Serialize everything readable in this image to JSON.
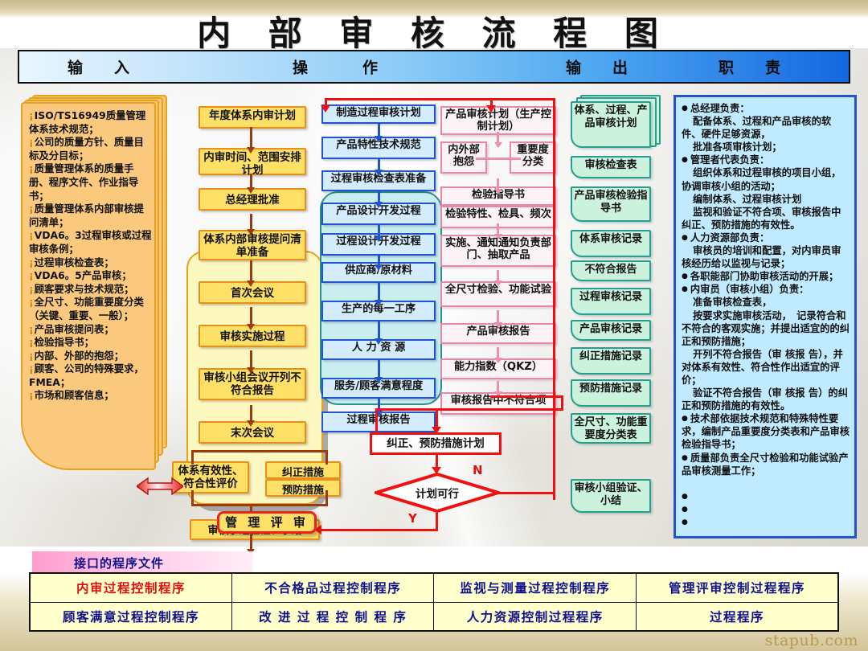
{
  "title": "内 部 审 核 流 程 图",
  "header": {
    "input": "输　入",
    "operation": "操　　作",
    "output": "输　出",
    "responsibility": "职　责"
  },
  "input_column": {
    "items": [
      "ISO/TS16949质量管理体系技术规范；",
      "公司的质量方针、质量目标及分目标；",
      "质量管理体系的质量手册、程序文件、作业指导书；",
      "质量管理体系内部审核提问清单；",
      "VDA6。3过程审核或过程审核条例；",
      "过程审核检查表；",
      "VDA6。5产品审核；",
      "顾客要求与技术规范；",
      "全尺寸、功能重要度分类（关键、重要、一般）；",
      "产品审核提问表；",
      "检验指导书；",
      "内部、外部的抱怨；",
      "顾客、公司的特殊要求，FMEA；",
      "市场和顾客信息；"
    ]
  },
  "operation_orange": {
    "boxes": [
      "年度体系内审计划",
      "内审时间、范围安排计划",
      "总经理批准",
      "体系内部审核提问清单准备",
      "首次会议",
      "审核实施过程",
      "审核小组会议开列不符合报告",
      "末次会议",
      "体系有效性、符合性评价",
      "纠正措施",
      "预防措施",
      "审核小组验证、小结"
    ],
    "final": "管 理 评 审"
  },
  "operation_blue": {
    "boxes": [
      "制造过程审核计划",
      "产品特性技术规范",
      "过程审核检查表准备",
      "产品设计开发过程",
      "过程设计开发过程",
      "供应商/原材料",
      "生产的每一工序",
      "人 力 资 源",
      "服务/顾客满意程度",
      "过程审核报告"
    ]
  },
  "operation_pink": {
    "boxes": [
      "产品审核计划（生产控制计划）",
      "内外部抱怨",
      "重要度分类",
      "检验指导书",
      "检验特性、检具、频次",
      "实施、通知通知负责部门、抽取产品",
      "全尺寸检验、功能试验",
      "产品审核报告",
      "能力指数（QKZ）",
      "审核报告中不符合项"
    ]
  },
  "decision": {
    "capa_plan": "纠正、预防措施计划",
    "diamond": "计划可行",
    "yes": "Y",
    "no": "N"
  },
  "output_column": {
    "boxes": [
      "体系、过程、产品审核计划",
      "审核检查表",
      "产品审核检验指导书",
      "体系审核记录",
      "不符合报告",
      "过程审核记录",
      "产品审核记录",
      "纠正措施记录",
      "预防措施记录",
      "全尺寸、功能重要度分类表",
      "审核小组验证、小结"
    ]
  },
  "responsibility": {
    "lines": [
      {
        "type": "bullet",
        "text": "总经理负责："
      },
      {
        "type": "indent",
        "text": "配备体系、过程和产品审核的软件、硬件足够资源，"
      },
      {
        "type": "indent",
        "text": "批准各项审核计划；"
      },
      {
        "type": "bullet",
        "text": "管理者代表负责："
      },
      {
        "type": "indent",
        "text": "组织体系和过程审核的项目小组，协调审核小组的活动；"
      },
      {
        "type": "indent",
        "text": "编制体系、过程审核计划"
      },
      {
        "type": "indent",
        "text": "监视和验证不符合项、审核报告中纠正、预防措施的有效性。"
      },
      {
        "type": "bullet",
        "text": "人力资源部负责："
      },
      {
        "type": "indent",
        "text": "审核员的培训和配置，对内审员审核经历给以监视与记录；"
      },
      {
        "type": "bullet",
        "text": "各职能部门协助审核活动的开展；"
      },
      {
        "type": "bullet",
        "text": "内审员（审核小组）负责："
      },
      {
        "type": "indent",
        "text": "准备审核检查表，"
      },
      {
        "type": "indent",
        "text": "按要求实施审核活动，　记录符合和不符合的客观实施；并提出适宜的的纠正和预防措施；"
      },
      {
        "type": "indent",
        "text": "开列不符合报告（审 核报 告），并对体系有效性、符合性作出适宜的评价；"
      },
      {
        "type": "indent",
        "text": "验证不符合报告（审 核报 告）的纠正和预防措施的有效性。"
      },
      {
        "type": "bullet",
        "text": "技术部依据技术规范和特殊特性要求，编制产品重要度分类表和产品审核检验指导书；"
      },
      {
        "type": "bullet",
        "text": "质量部负责全尺寸检验和功能试验产品审核测量工作；"
      },
      {
        "type": "blank",
        "text": ""
      },
      {
        "type": "bullet",
        "text": ""
      },
      {
        "type": "bullet",
        "text": ""
      },
      {
        "type": "bullet",
        "text": ""
      }
    ]
  },
  "bottom": {
    "interface_label": "接口的程序文件",
    "rows": [
      [
        "内审过程控制程序",
        "不合格品过程控制程序",
        "监视与测量过程控制程序",
        "管理评审控制过程程序"
      ],
      [
        "顾客满意过程控制程序",
        "改 进 过 程 控 制 程 序",
        "人力资源控制过程程序",
        "过程程序"
      ]
    ]
  },
  "watermark": "stapub.com",
  "colors": {
    "orange_fill": "#ffe066",
    "orange_border": "#e8901a",
    "blue_fill": "#d3ecff",
    "blue_border": "#2255cc",
    "pink_fill": "#fdf3f6",
    "pink_border": "#e888a8",
    "green_fill": "#caf2dd",
    "green_border": "#2a9d8f",
    "red_flow": "#f01010",
    "input_fill": "#fac97e"
  }
}
